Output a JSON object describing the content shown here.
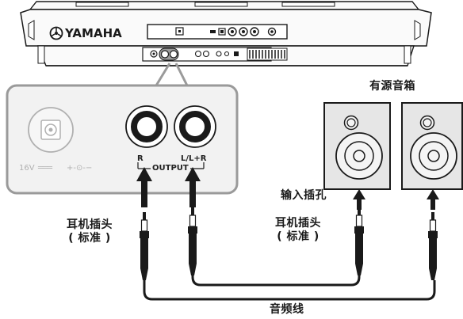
{
  "keyboard": {
    "brand": "YAMAHA",
    "brand_icon": "yamaha-tuning-fork-logo"
  },
  "panel": {
    "power_voltage": "16V",
    "power_polarity": "+-⊙-−",
    "jack_r": "R",
    "jack_l": "L/L+R",
    "output": "OUTPUT"
  },
  "labels": {
    "powered_speakers": "有源音箱",
    "input_jack": "输入插孔",
    "plug_left_line1": "耳机插头",
    "plug_left_line2": "( 标准 )",
    "plug_right_line1": "耳机插头",
    "plug_right_line2": "( 标准 )",
    "cable": "音频线"
  },
  "colors": {
    "line": "#1a1a1a",
    "panel_fill": "#f2f2f2",
    "speaker_fill": "#e6e6e6",
    "panel_border": "#9a9a9a"
  }
}
